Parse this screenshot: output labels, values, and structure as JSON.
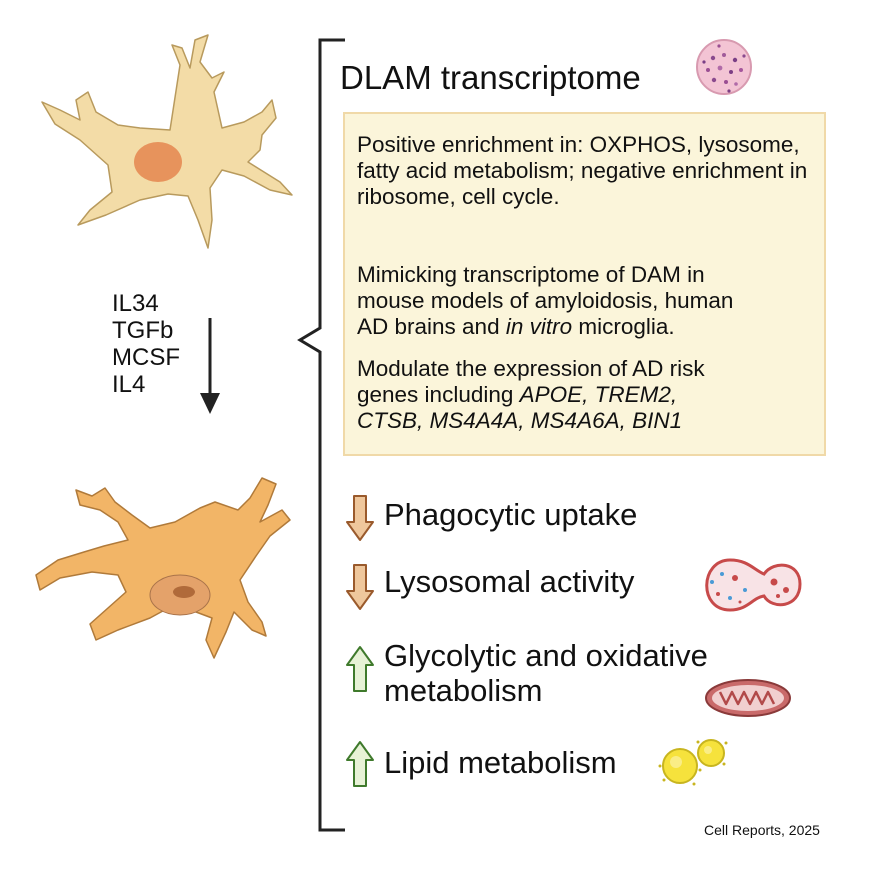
{
  "title": "DLAM transcriptome",
  "box": {
    "p1": "Positive enrichment in: OXPHOS, lysosome, fatty acid metabolism; negative enrichment in ribosome, cell cycle.",
    "p2_line1": "Mimicking transcriptome of DAM in",
    "p2_line2": "mouse models of amyloidosis, human",
    "p2_line3_a": "AD brains and ",
    "p2_line3_b": "in vitro",
    "p2_line3_c": " microglia.",
    "p3_line1_a": "Modulate the expression of AD risk",
    "p3_line2_a": "genes including ",
    "p3_line2_b": "APOE, TREM2,",
    "p3_line3": "CTSB, MS4A4A, MS4A6A, BIN1"
  },
  "stimuli": [
    "IL34",
    "TGFb",
    "MCSF",
    "IL4"
  ],
  "outcomes": [
    {
      "label": "Phagocytic uptake",
      "direction": "down"
    },
    {
      "label": "Lysosomal activity",
      "direction": "down"
    },
    {
      "label_line1": "Glycolytic and oxidative",
      "label_line2": "metabolism",
      "direction": "up"
    },
    {
      "label": "Lipid metabolism",
      "direction": "up"
    }
  ],
  "citation": "Cell Reports, 2025",
  "colors": {
    "down_arrow_fill": "#efc79c",
    "down_arrow_stroke": "#9a5a2c",
    "up_arrow_fill": "#e7f2d6",
    "up_arrow_stroke": "#3f7a2c",
    "resting_cell": "#f3dca7",
    "activated_cell": "#f2b567",
    "box_background": "#fbf5da"
  }
}
